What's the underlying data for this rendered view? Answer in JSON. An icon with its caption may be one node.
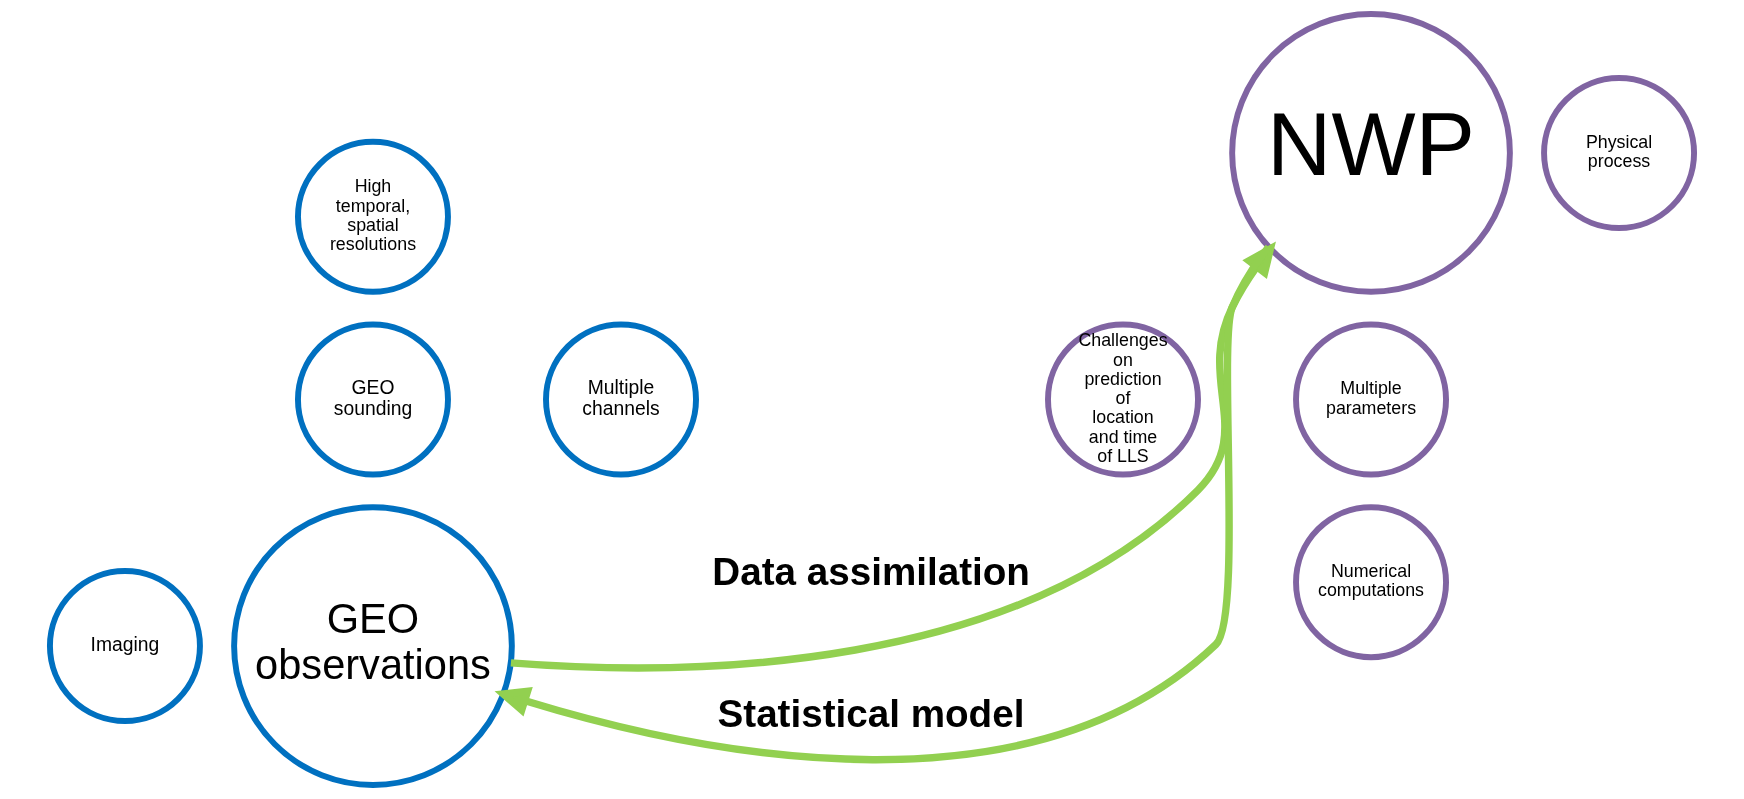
{
  "diagram": {
    "nodes": [
      {
        "text": [
          "GEO observations"
        ]
      },
      {
        "text": [
          "High temporal, spatial resolutions"
        ]
      },
      {
        "text": [
          "Imaging"
        ]
      },
      {
        "text": [
          "Multiple channels"
        ]
      },
      {
        "text": [
          "GEO sounding"
        ]
      },
      {
        "text": [
          "NWP"
        ]
      },
      {
        "text": [
          "Multiple parameters"
        ]
      },
      {
        "text": [
          "Challenges on prediction of location and time of LLS"
        ]
      },
      {
        "text": [
          "Physical process"
        ]
      },
      {
        "text": [
          "Numerical computations"
        ]
      }
    ],
    "edges": [
      {
        "from": 5,
        "to": 0,
        "arrow": "to",
        "label": "Statistical model"
      },
      {
        "from": 0,
        "to": 5,
        "arrow": "to",
        "label": "Data assimilation"
      }
    ]
  }
}
